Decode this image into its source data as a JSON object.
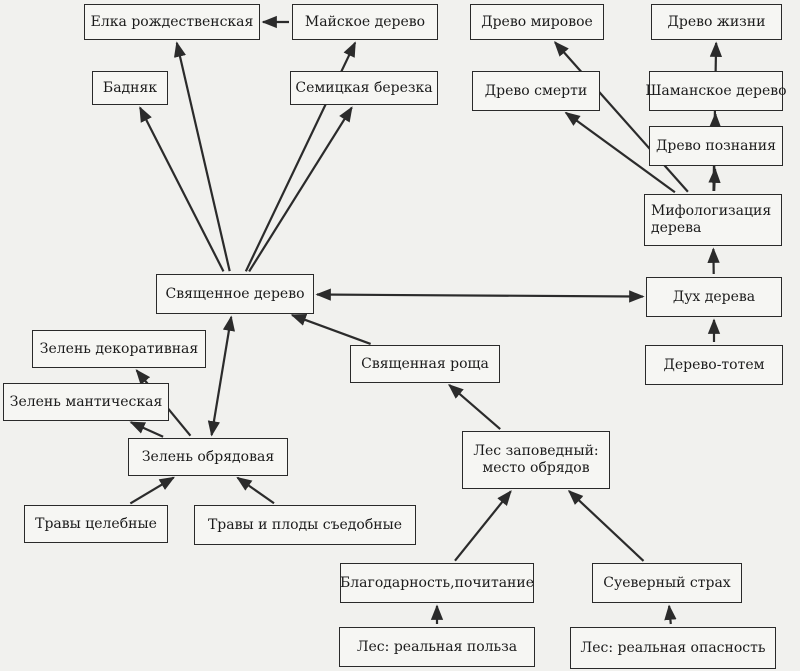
{
  "nodes": [
    {
      "id": "elka",
      "label": "Елка рождественская"
    },
    {
      "id": "maiskoe",
      "label": "Майское дерево"
    },
    {
      "id": "badnyak",
      "label": "Бадняк"
    },
    {
      "id": "semik",
      "label": "Семицкая березка"
    },
    {
      "id": "drevo_mirovoe",
      "label": "Древо мировое"
    },
    {
      "id": "drevo_zhizni",
      "label": "Древо жизни"
    },
    {
      "id": "drevo_smerti",
      "label": "Древо смерти"
    },
    {
      "id": "shamanskoe",
      "label": "Шаманское дерево"
    },
    {
      "id": "drevo_poznaniya",
      "label": "Древо познания"
    },
    {
      "id": "mifologizaciya",
      "label": "Мифологизация дерева"
    },
    {
      "id": "svyashchennoe",
      "label": "Священное дерево"
    },
    {
      "id": "duh",
      "label": "Дух дерева"
    },
    {
      "id": "roshcha",
      "label": "Священная роща"
    },
    {
      "id": "totem",
      "label": "Дерево-тотем"
    },
    {
      "id": "zelen_dekor",
      "label": "Зелень декоративная"
    },
    {
      "id": "zelen_mant",
      "label": "Зелень мантическая"
    },
    {
      "id": "zelen_obr",
      "label": "Зелень обрядовая"
    },
    {
      "id": "les_zapov",
      "label": "Лес заповедный: место обрядов"
    },
    {
      "id": "travy_cel",
      "label": "Травы целебные"
    },
    {
      "id": "travy_plody",
      "label": "Травы и плоды съедобные"
    },
    {
      "id": "blagodarnost",
      "label": "Благодарность,почитание"
    },
    {
      "id": "sueverny",
      "label": "Суеверный страх"
    },
    {
      "id": "les_polza",
      "label": "Лес: реальная польза"
    },
    {
      "id": "les_opasnost",
      "label": "Лес: реальная опасность"
    }
  ],
  "edges": [
    {
      "from": "svyashchennoe",
      "to": "elka"
    },
    {
      "from": "svyashchennoe",
      "to": "maiskoe"
    },
    {
      "from": "svyashchennoe",
      "to": "badnyak"
    },
    {
      "from": "svyashchennoe",
      "to": "semik"
    },
    {
      "from": "maiskoe",
      "to": "elka"
    },
    {
      "from": "mifologizaciya",
      "to": "drevo_mirovoe"
    },
    {
      "from": "mifologizaciya",
      "to": "drevo_zhizni"
    },
    {
      "from": "mifologizaciya",
      "to": "drevo_smerti"
    },
    {
      "from": "mifologizaciya",
      "to": "shamanskoe"
    },
    {
      "from": "mifologizaciya",
      "to": "drevo_poznaniya"
    },
    {
      "from": "duh",
      "to": "mifologizaciya"
    },
    {
      "from": "totem",
      "to": "duh"
    },
    {
      "from": "svyashchennoe",
      "to": "duh",
      "bidirectional": true
    },
    {
      "from": "roshcha",
      "to": "svyashchennoe"
    },
    {
      "from": "les_zapov",
      "to": "roshcha"
    },
    {
      "from": "zelen_obr",
      "to": "svyashchennoe",
      "bidirectional": true
    },
    {
      "from": "zelen_obr",
      "to": "zelen_dekor"
    },
    {
      "from": "zelen_obr",
      "to": "zelen_mant"
    },
    {
      "from": "travy_cel",
      "to": "zelen_obr"
    },
    {
      "from": "travy_plody",
      "to": "zelen_obr"
    },
    {
      "from": "blagodarnost",
      "to": "les_zapov"
    },
    {
      "from": "sueverny",
      "to": "les_zapov"
    },
    {
      "from": "les_polza",
      "to": "blagodarnost"
    },
    {
      "from": "les_opasnost",
      "to": "sueverny"
    }
  ]
}
